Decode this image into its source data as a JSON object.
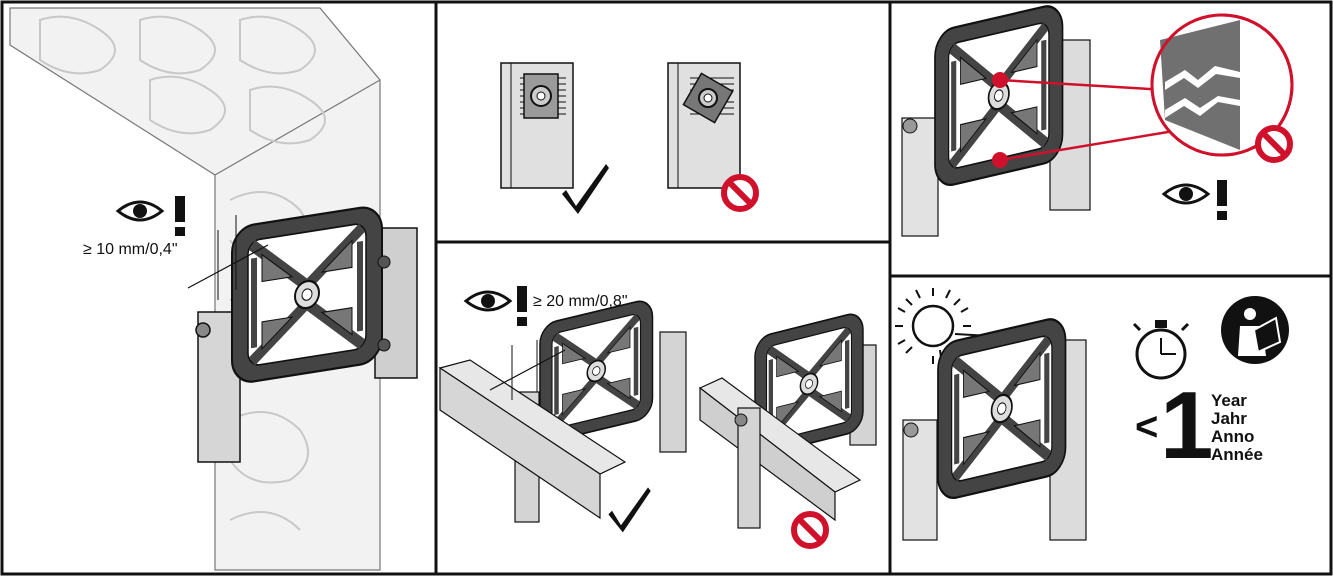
{
  "panel1": {
    "min_gap_label": "≥ 10 mm/0,4\""
  },
  "panel4": {
    "min_gap_label": "≥ 20 mm/0,8\""
  },
  "panel6": {
    "lt_symbol": "<",
    "number": "1",
    "words": [
      "Year",
      "Jahr",
      "Anno",
      "Année"
    ]
  },
  "colors": {
    "prohibited_red": "#d0112b",
    "frame_dark": "#3a3a3a",
    "wall_light": "#efefef",
    "metal": "#c9c9c9"
  }
}
